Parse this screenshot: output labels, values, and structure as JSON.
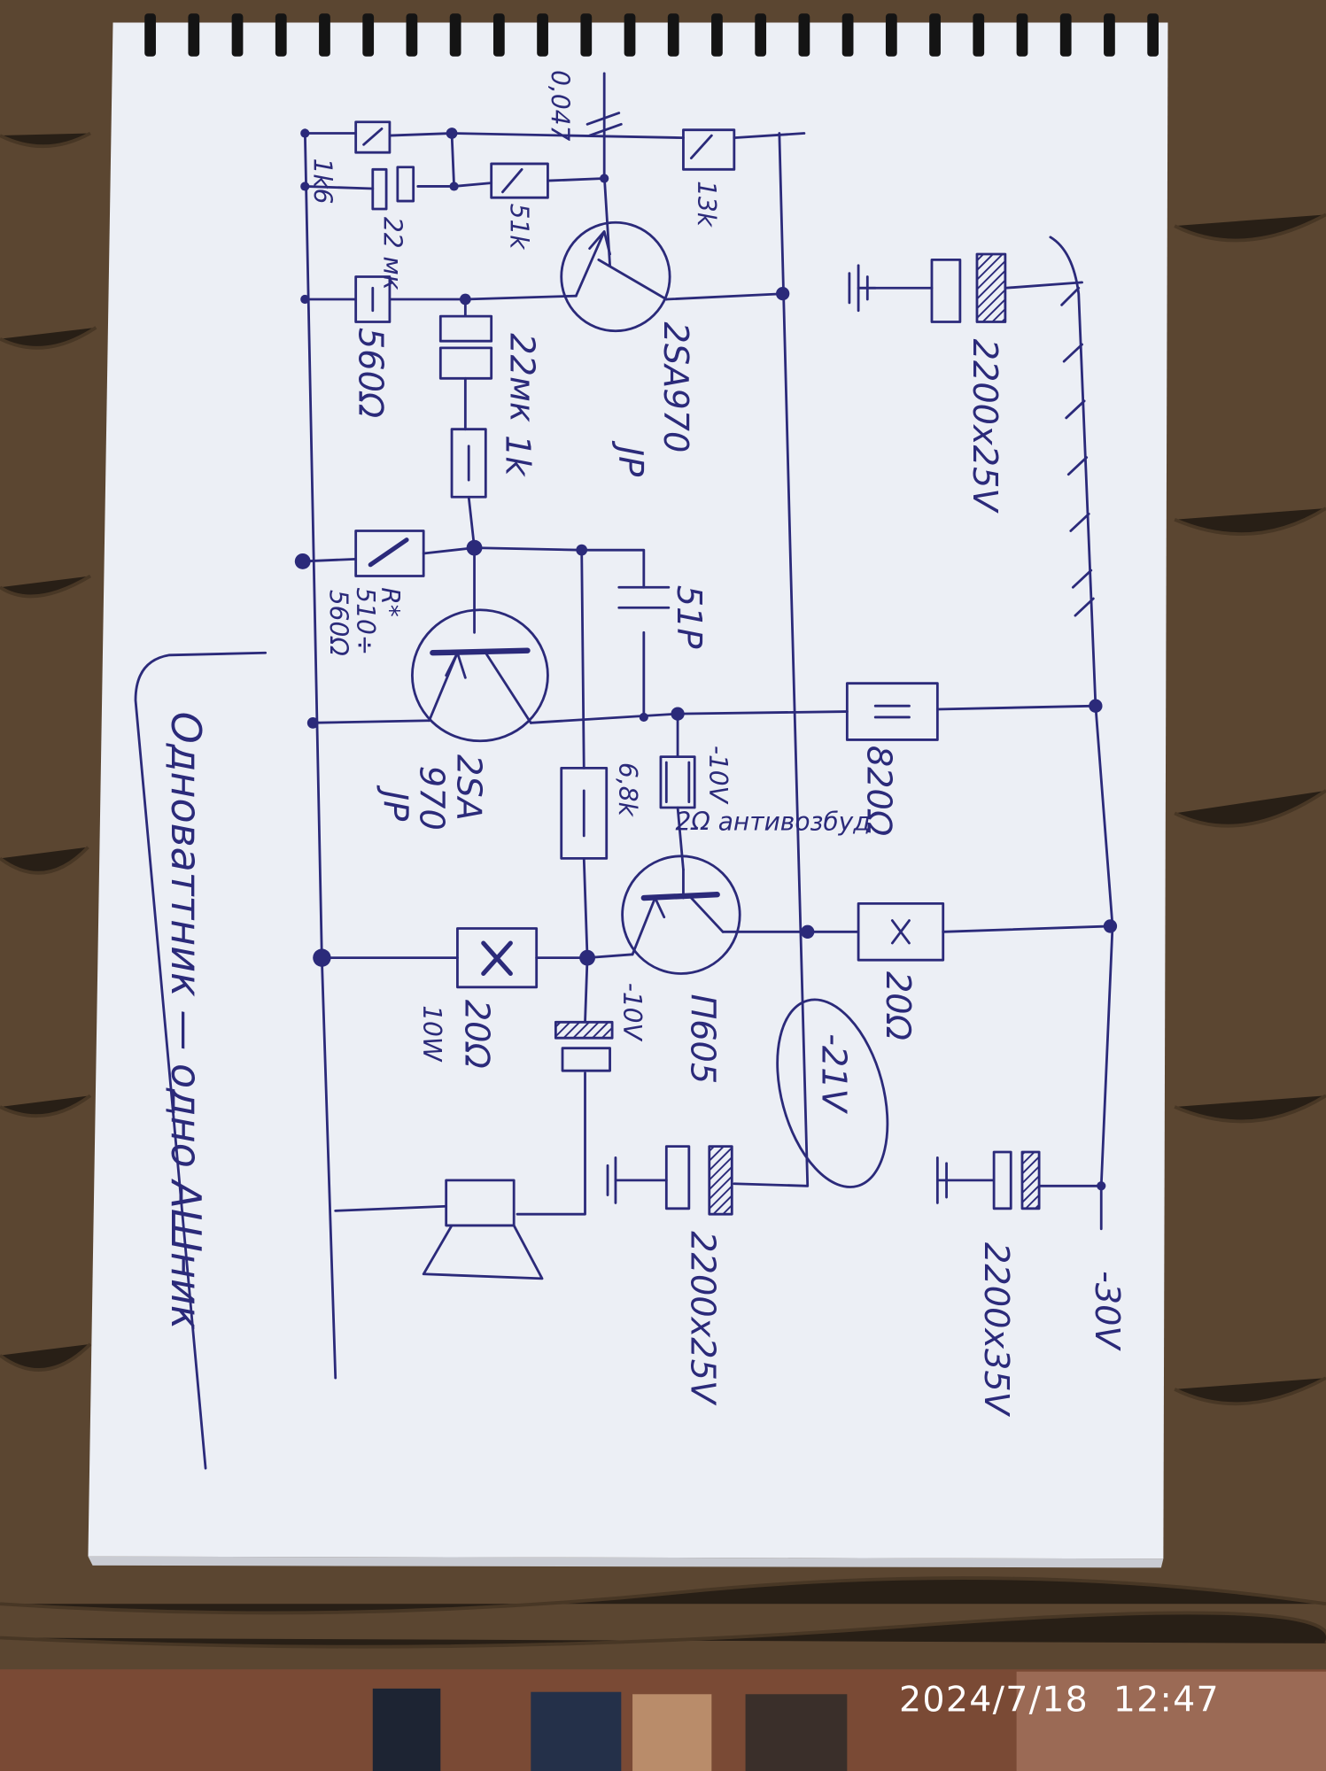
{
  "photo": {
    "timestamp": "2024/7/18  12:47"
  },
  "schematic": {
    "title_note": "Одноваттник — одно АШник",
    "labels": {
      "c_input": "0,047",
      "r_1k6": "1k6",
      "c_22u_top": "22 мк",
      "r_51k": "51k",
      "r_13k": "13k",
      "q1_part": "2SA970",
      "q1_country": "JP",
      "r_560": "560Ω",
      "c_22u": "22мк",
      "r_1k": "1k",
      "r_star_name": "R*",
      "r_star_range": "510÷",
      "r_star_value": "560Ω",
      "c_51p": "51P",
      "q2_part1": "2SA",
      "q2_part2": "970",
      "q2_country": "JP",
      "r_6k8": "6,8k",
      "v_q3_base": "-10V",
      "r_2ohm_note": "2Ω антивозбуд",
      "r_820": "820Ω",
      "r_20_10w_value": "20Ω",
      "r_20_10w_power": "10W",
      "v_cap": "-10V",
      "q3_part": "П605",
      "r_20": "20Ω",
      "v_21": "-21V",
      "c_filter_top": "2200x25V",
      "c_filter_mid": "2200x25V",
      "c_filter_right": "2200x35V",
      "v_supply": "-30V"
    }
  }
}
